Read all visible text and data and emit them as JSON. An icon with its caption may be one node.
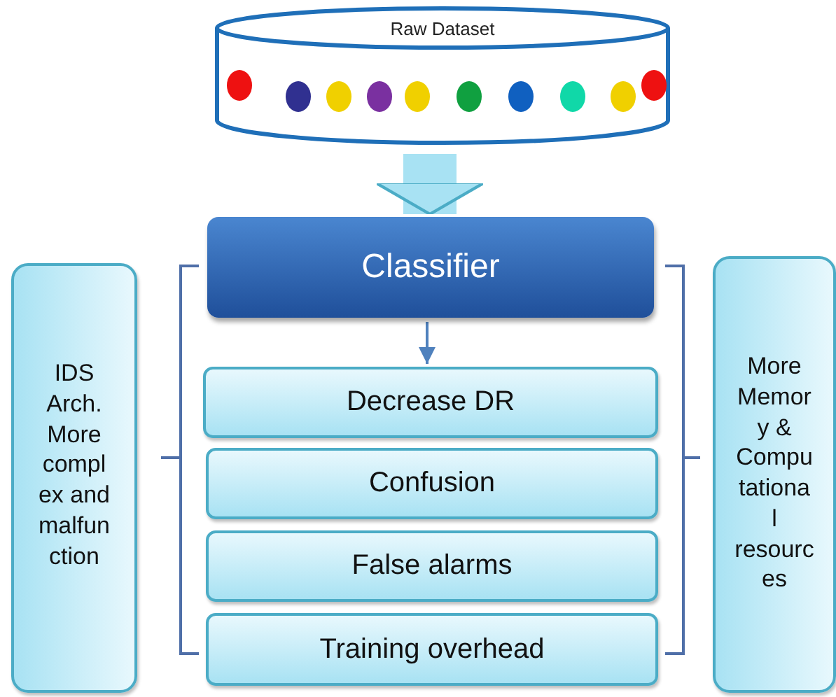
{
  "diagram": {
    "nodes": [
      {
        "text": [
          "Raw Dataset"
        ]
      },
      {
        "text": [
          "Classifier"
        ]
      },
      {
        "text": [
          "Decrease DR"
        ]
      },
      {
        "text": [
          "Confusion"
        ]
      },
      {
        "text": [
          "False alarms"
        ]
      },
      {
        "text": [
          "Training overhead"
        ]
      },
      {
        "text": [
          "IDS Arch. More compl ex and malfun ction"
        ]
      },
      {
        "text": [
          "More Memor y & Compu tationa l resourc es"
        ]
      }
    ],
    "edges": [
      {
        "from": 0,
        "to": 1,
        "arrow": "to",
        "style": "thick",
        "color": "#a8e2f3"
      },
      {
        "from": 1,
        "to": 2,
        "arrow": "to",
        "color": "#4f81bd"
      }
    ]
  }
}
